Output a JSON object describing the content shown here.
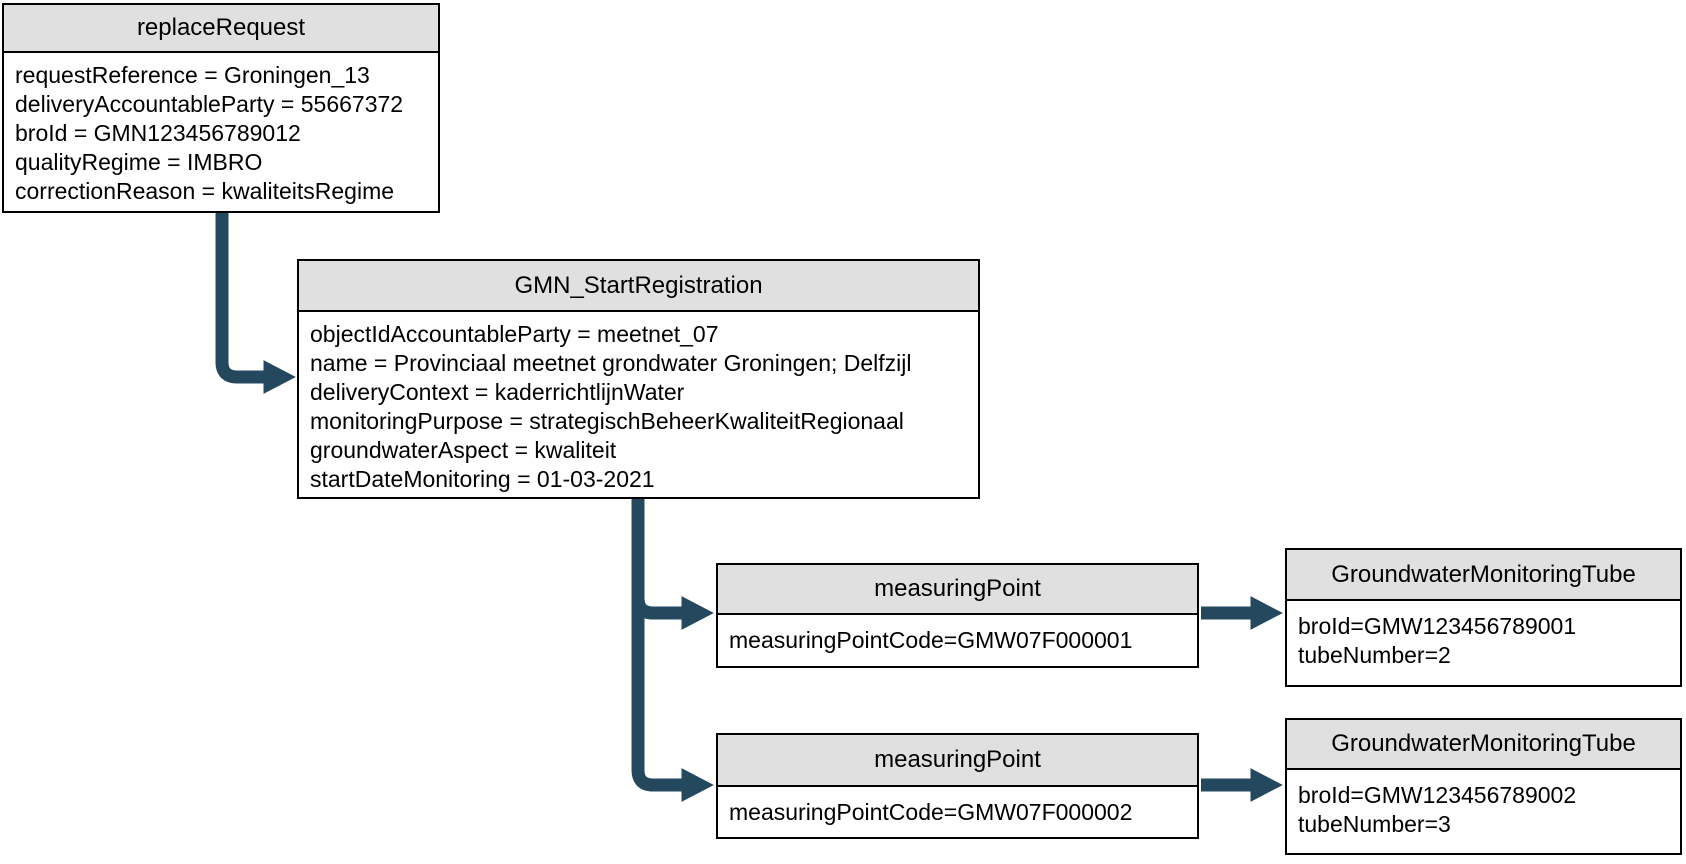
{
  "diagram": {
    "arrow_color": "#24485E",
    "header_bg": "#E0E0E0",
    "border_color": "#000000",
    "background": "#FFFFFF",
    "nodes": [
      {
        "id": "replaceRequest",
        "title": "replaceRequest",
        "attributes": [
          "requestReference = Groningen_13",
          "deliveryAccountableParty = 55667372",
          "broId = GMN123456789012",
          "qualityRegime = IMBRO",
          "correctionReason = kwaliteitsRegime"
        ]
      },
      {
        "id": "GMN_StartRegistration",
        "title": "GMN_StartRegistration",
        "attributes": [
          "objectIdAccountableParty = meetnet_07",
          "name = Provinciaal meetnet grondwater Groningen; Delfzijl",
          "deliveryContext = kaderrichtlijnWater",
          "monitoringPurpose = strategischBeheerKwaliteitRegionaal",
          "groundwaterAspect = kwaliteit",
          "startDateMonitoring = 01-03-2021"
        ]
      },
      {
        "id": "measuringPoint-1",
        "title": "measuringPoint",
        "attributes": [
          "measuringPointCode=GMW07F000001"
        ]
      },
      {
        "id": "measuringPoint-2",
        "title": "measuringPoint",
        "attributes": [
          "measuringPointCode=GMW07F000002"
        ]
      },
      {
        "id": "GroundwaterMonitoringTube-1",
        "title": "GroundwaterMonitoringTube",
        "attributes": [
          "broId=GMW123456789001",
          "tubeNumber=2"
        ]
      },
      {
        "id": "GroundwaterMonitoringTube-2",
        "title": "GroundwaterMonitoringTube",
        "attributes": [
          "broId=GMW123456789002",
          "tubeNumber=3"
        ]
      }
    ],
    "connections": [
      {
        "from": "replaceRequest",
        "to": "GMN_StartRegistration"
      },
      {
        "from": "GMN_StartRegistration",
        "to": "measuringPoint-1"
      },
      {
        "from": "GMN_StartRegistration",
        "to": "measuringPoint-2"
      },
      {
        "from": "measuringPoint-1",
        "to": "GroundwaterMonitoringTube-1"
      },
      {
        "from": "measuringPoint-2",
        "to": "GroundwaterMonitoringTube-2"
      }
    ]
  }
}
